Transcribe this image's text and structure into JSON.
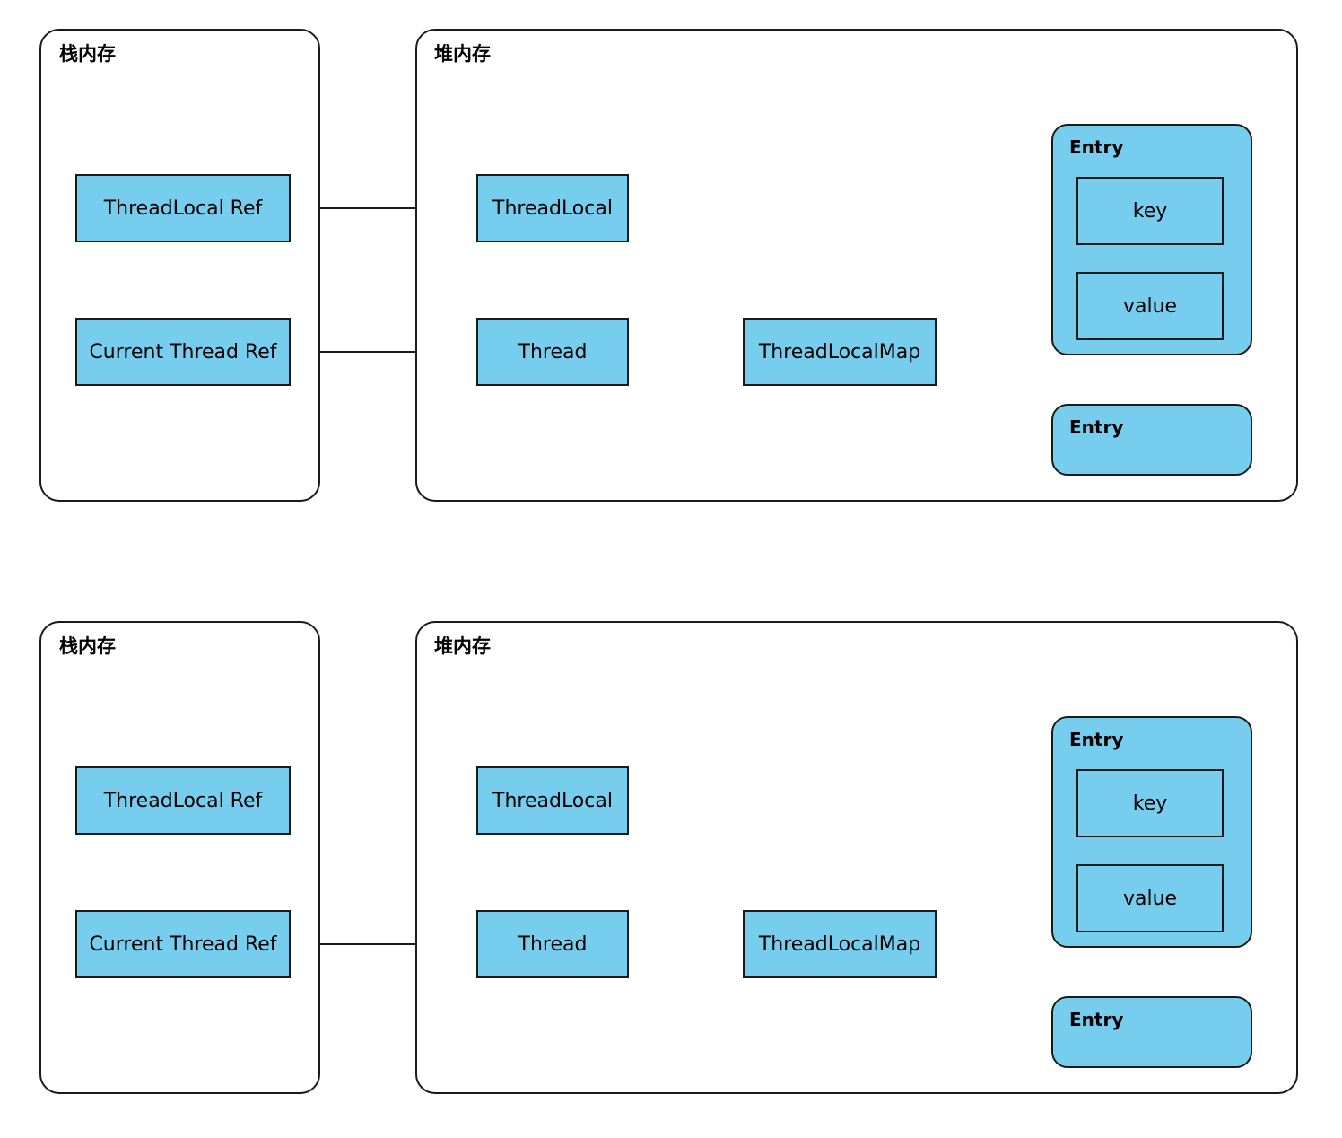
{
  "meta": {
    "diagram_type": "threadlocal-memory-reference-diagram",
    "colors": {
      "node_fill": "#76CDEE",
      "stroke": "#1a1a1a",
      "background": "#ffffff"
    }
  },
  "panels": [
    {
      "id": "top",
      "stack": {
        "title": "栈内存",
        "nodes": [
          {
            "label": "ThreadLocal Ref"
          },
          {
            "label": "Current Thread Ref"
          }
        ]
      },
      "heap": {
        "title": "堆内存",
        "nodes": [
          {
            "label": "ThreadLocal"
          },
          {
            "label": "Thread"
          },
          {
            "label": "ThreadLocalMap"
          }
        ],
        "entries": [
          {
            "label": "Entry",
            "fields": [
              {
                "label": "key"
              },
              {
                "label": "value"
              }
            ]
          },
          {
            "label": "Entry",
            "fields": []
          }
        ]
      },
      "arrows": [
        "threadlocal-ref-to-threadlocal",
        "current-thread-ref-to-thread",
        "thread-to-threadlocalmap",
        "threadlocalmap-to-entry",
        "entry-key-to-threadlocal"
      ]
    },
    {
      "id": "bottom",
      "stack": {
        "title": "栈内存",
        "nodes": [
          {
            "label": "ThreadLocal Ref"
          },
          {
            "label": "Current Thread Ref"
          }
        ]
      },
      "heap": {
        "title": "堆内存",
        "nodes": [
          {
            "label": "ThreadLocal"
          },
          {
            "label": "Thread"
          },
          {
            "label": "ThreadLocalMap"
          }
        ],
        "entries": [
          {
            "label": "Entry",
            "fields": [
              {
                "label": "key"
              },
              {
                "label": "value"
              }
            ]
          },
          {
            "label": "Entry",
            "fields": []
          }
        ]
      },
      "arrows": [
        "current-thread-ref-to-thread",
        "thread-to-threadlocalmap",
        "threadlocalmap-to-entry"
      ]
    }
  ]
}
